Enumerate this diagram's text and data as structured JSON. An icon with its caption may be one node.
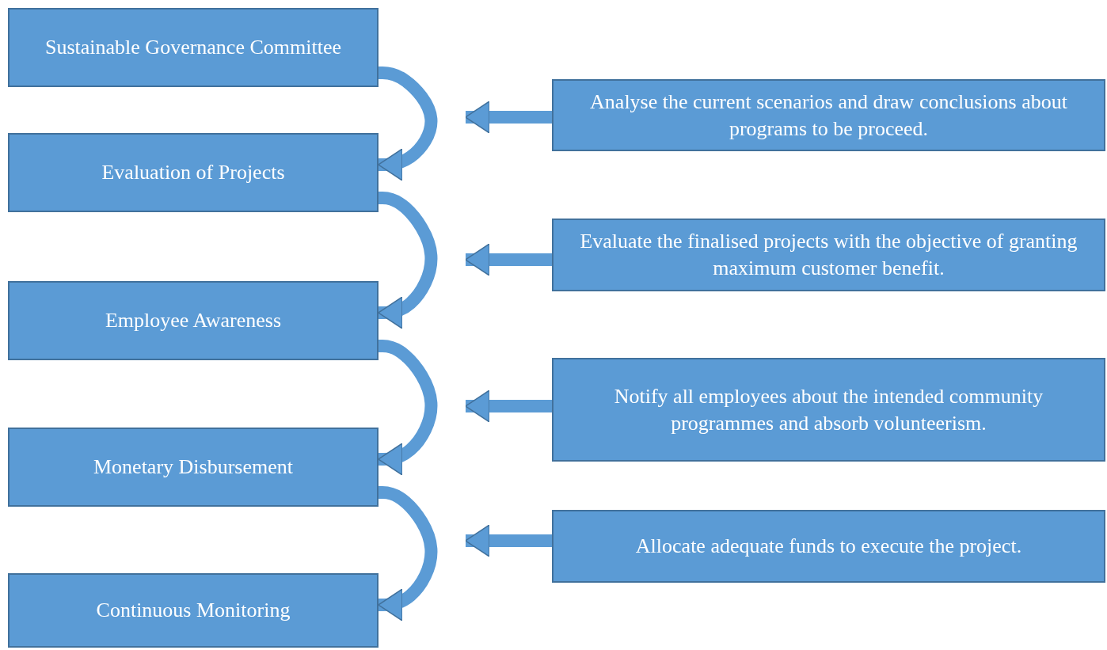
{
  "diagram": {
    "nodes": [
      {
        "text": [
          "Sustainable Governance Committee"
        ]
      },
      {
        "text": [
          "Evaluation of Projects"
        ]
      },
      {
        "text": [
          "Employee Awareness"
        ]
      },
      {
        "text": [
          "Monetary Disbursement"
        ]
      },
      {
        "text": [
          "Continuous Monitoring"
        ]
      },
      {
        "text": [
          "Analyse the current scenarios and draw conclusions about programs to be proceed."
        ]
      },
      {
        "text": [
          "Evaluate the finalised projects with the objective of granting maximum customer benefit."
        ]
      },
      {
        "text": [
          "Notify all employees about the intended community programmes and absorb volunteerism."
        ]
      },
      {
        "text": [
          "Allocate adequate funds to execute the project."
        ]
      }
    ],
    "edges": [
      {
        "from": 0,
        "to": 1,
        "arrow": "to"
      },
      {
        "from": 1,
        "to": 2,
        "arrow": "to"
      },
      {
        "from": 2,
        "to": 3,
        "arrow": "to"
      },
      {
        "from": 3,
        "to": 4,
        "arrow": "to"
      },
      {
        "from": 5,
        "to": null,
        "arrow": "to"
      },
      {
        "from": 6,
        "to": null,
        "arrow": "to"
      },
      {
        "from": 7,
        "to": null,
        "arrow": "to"
      },
      {
        "from": 8,
        "to": null,
        "arrow": "to"
      }
    ]
  }
}
